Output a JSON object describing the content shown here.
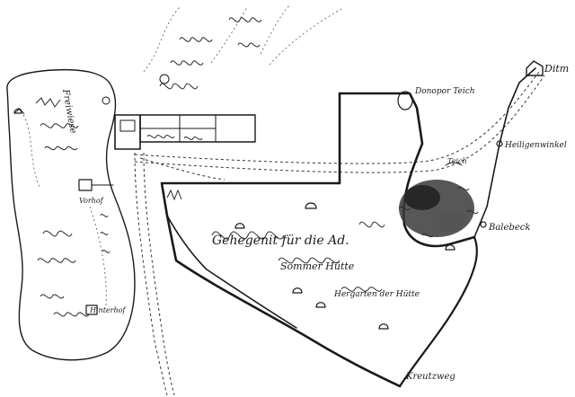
{
  "map": {
    "labels": {
      "ditm": "Ditm",
      "heiligenwinkel": "Heiligenwinkel",
      "balebeck": "Balebeck",
      "donopor_teich": "Donopor Teich",
      "teich": "Teich",
      "hinterhof": "Hinterhof",
      "kreutzweg": "Kreutzweg",
      "vorhof": "Vorhof",
      "freiwiese": "Freiwiese",
      "gehege_title": "Gehegenit für die Ad.",
      "gehege_sub": "Sommer Hütte",
      "gehege_small": "Hergarten der Hütte"
    },
    "colors": {
      "ink": "#1a1a1a",
      "paper": "#ffffff"
    }
  }
}
